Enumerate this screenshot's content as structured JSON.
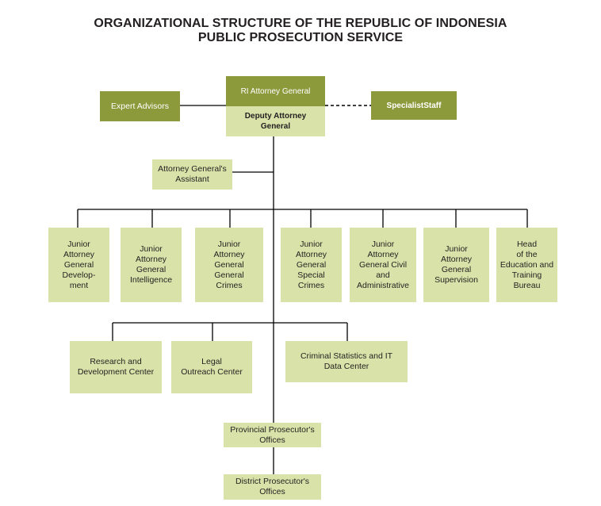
{
  "title": {
    "line1": "ORGANIZATIONAL STRUCTURE OF THE REPUBLIC OF INDONESIA",
    "line2": "PUBLIC PROSECUTION SERVICE"
  },
  "colors": {
    "dark_box": "#8d9a3c",
    "light_box": "#d9e3a9",
    "line": "#000000"
  },
  "top": {
    "attorney_general": "RI Attorney General",
    "deputy": "Deputy Attorney\nGeneral",
    "expert_advisors": "Expert Advisors",
    "specialist_staff": "SpecialistStaff"
  },
  "assistant": "Attorney General's\nAssistant",
  "juniors": [
    "Junior\nAttorney\nGeneral\nDevelop-\nment",
    "Junior\nAttorney\nGeneral\nIntelligence",
    "Junior\nAttorney\nGeneral\nGeneral\nCrimes",
    "Junior\nAttorney\nGeneral\nSpecial\nCrimes",
    "Junior\nAttorney\nGeneral Civil\nand\nAdministrative",
    "Junior\nAttorney\nGeneral\nSupervision",
    "Head\nof the\nEducation and\nTraining\nBureau"
  ],
  "centers": {
    "research": "Research and\nDevelopment Center",
    "legal": "Legal\nOutreach Center",
    "stats": "Criminal Statistics and IT\nData Center"
  },
  "provincial": "Provincial Prosecutor's\nOffices",
  "district": "District Prosecutor's\nOffices"
}
